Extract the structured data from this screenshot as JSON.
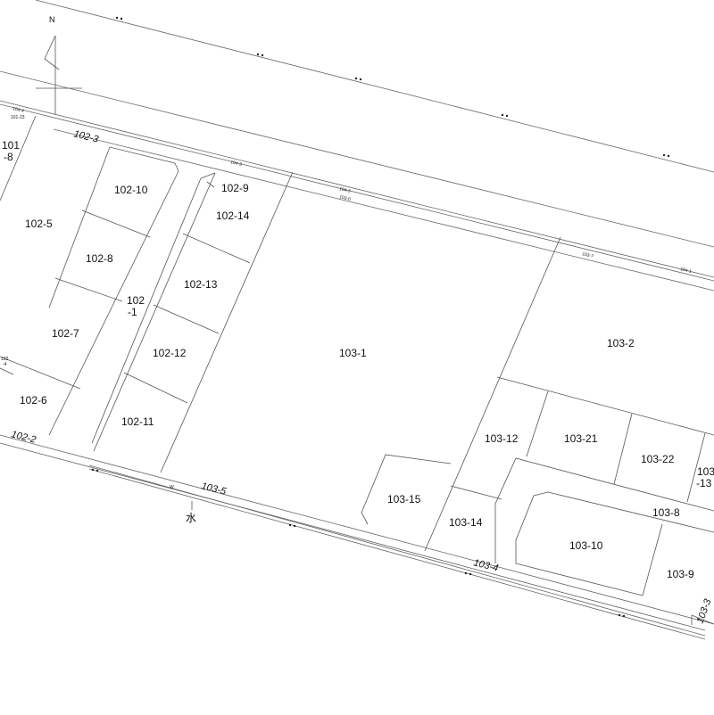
{
  "north": {
    "label": "N"
  },
  "water_mark": "水",
  "water_symbol": "W",
  "parcels": {
    "p101_8_line1": "101",
    "p101_8_line2": "-8",
    "p102_1_line1": "102",
    "p102_1_line2": "-1",
    "p102_5": "102-5",
    "p102_6": "102-6",
    "p102_7": "102-7",
    "p102_8": "102-8",
    "p102_9": "102-9",
    "p102_10": "102-10",
    "p102_11": "102-11",
    "p102_12": "102-12",
    "p102_13": "102-13",
    "p102_14": "102-14",
    "p103_1": "103-1",
    "p103_2": "103-2",
    "p103_8": "103-8",
    "p103_9": "103-9",
    "p103_10": "103-10",
    "p103_12": "103-12",
    "p103_13_line1": "103",
    "p103_13_line2": "-13",
    "p103_14": "103-14",
    "p103_15": "103-15",
    "p103_21": "103-21",
    "p103_22": "103-22"
  },
  "roads": {
    "r102_3": "102-3",
    "r102_2": "102-2",
    "r103_5": "103-5",
    "r103_4": "103-4",
    "r103_3": "103-3"
  },
  "small_labels": {
    "s104_4": "104-4",
    "s101_23": "101-23",
    "s104_3": "104-3",
    "s104_2": "104-2",
    "s103_6": "103-6",
    "s103_7": "103-7",
    "s104_1": "104-1",
    "s102_4_line1": "102",
    "s102_4_line2": "-4"
  }
}
